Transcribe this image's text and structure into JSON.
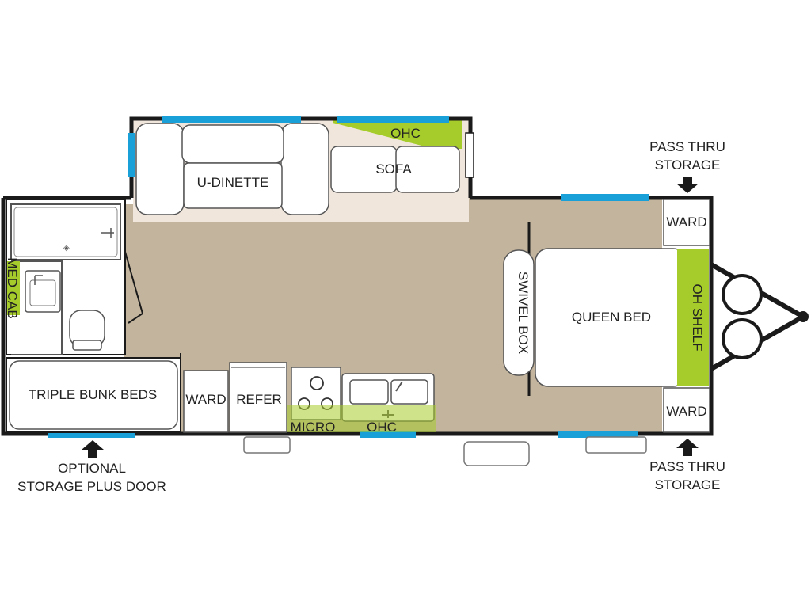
{
  "labels": {
    "u_dinette": "U-DINETTE",
    "sofa": "SOFA",
    "ohc_top": "OHC",
    "ward_top": "WARD",
    "ward_bottom": "WARD",
    "ward_galley": "WARD",
    "oh_shelf": "OH SHELF",
    "queen_bed": "QUEEN BED",
    "swivel_box": "SWIVEL BOX",
    "med_cab": "MED CAB",
    "triple_bunk_beds": "TRIPLE BUNK BEDS",
    "refer": "REFER",
    "micro": "MICRO",
    "ohc_bottom": "OHC"
  },
  "external": {
    "pass_thru_top": [
      "PASS THRU",
      "STORAGE"
    ],
    "pass_thru_bottom": [
      "PASS THRU",
      "STORAGE"
    ],
    "optional_storage": [
      "OPTIONAL",
      "STORAGE PLUS DOOR"
    ]
  },
  "colors": {
    "floor": "#c3b49e",
    "wall": "#1a1a1a",
    "window": "#1aa0d8",
    "highlight": "#a5cc2a"
  },
  "icons": {
    "arrow": "arrow-icon",
    "tires": "tire-icon"
  }
}
